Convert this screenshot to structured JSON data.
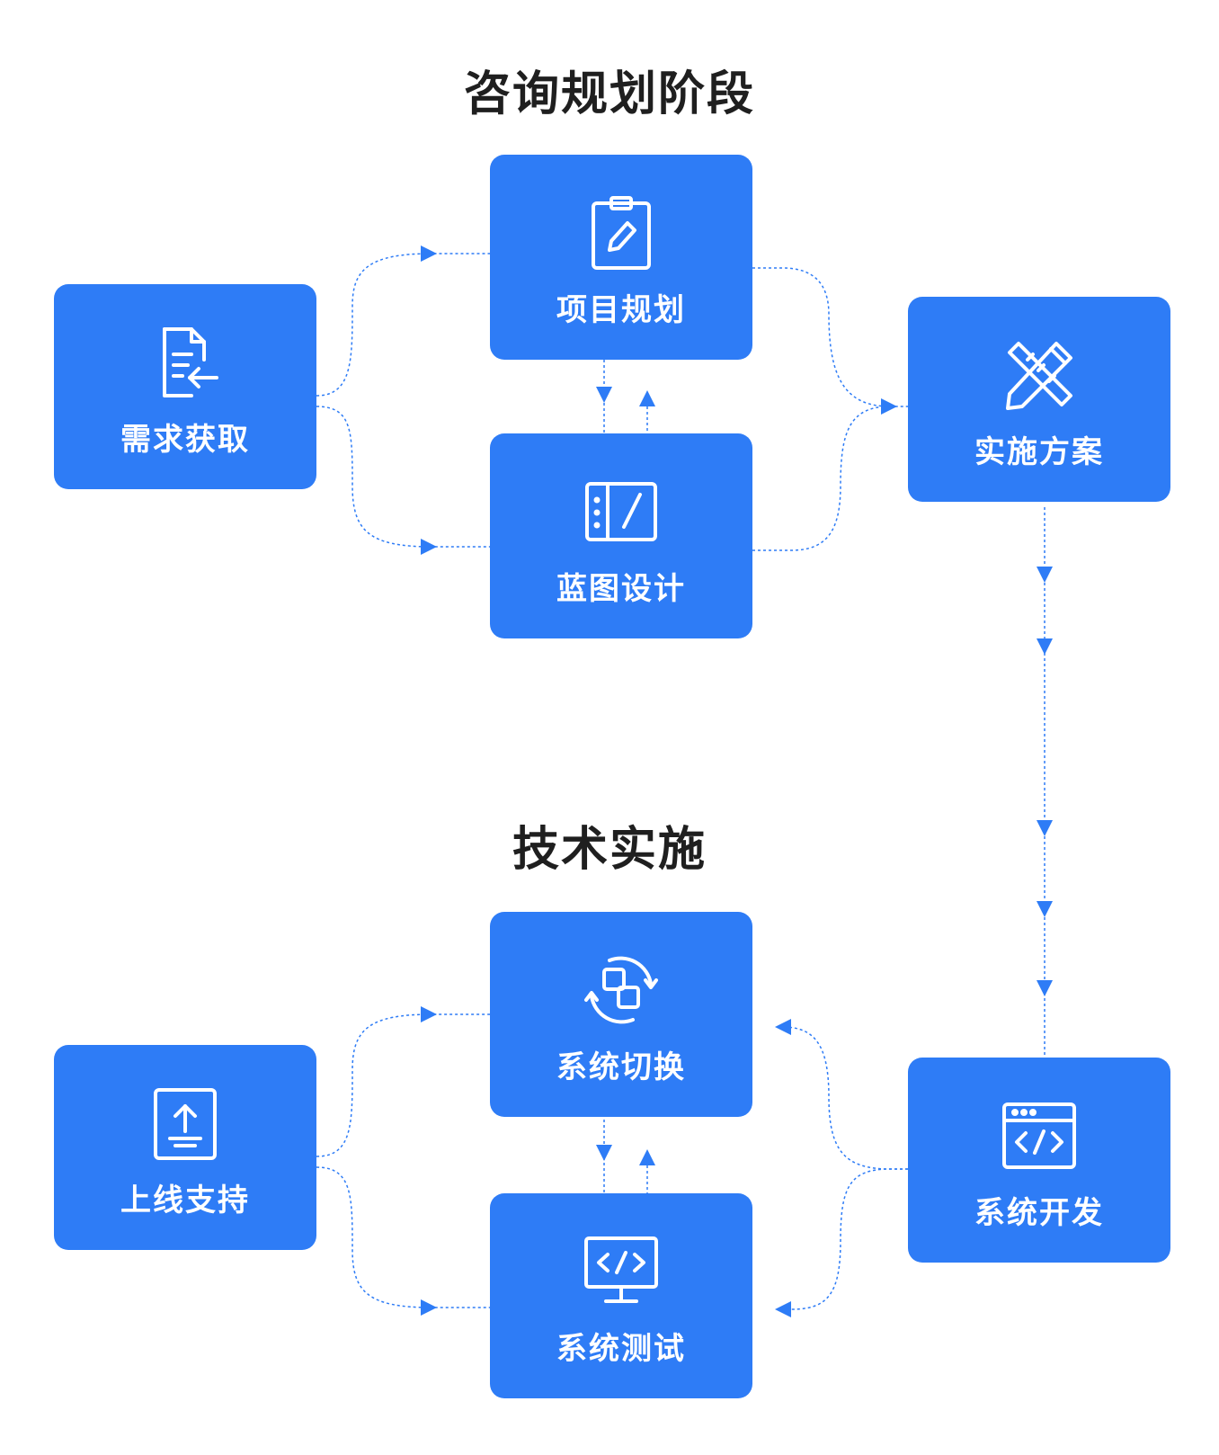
{
  "phases": {
    "consulting": "咨询规划阶段",
    "implementation": "技术实施"
  },
  "nodes": {
    "requirements": {
      "label": "需求获取",
      "icon": "document-import-icon"
    },
    "project_planning": {
      "label": "项目规划",
      "icon": "clipboard-edit-icon"
    },
    "blueprint_design": {
      "label": "蓝图设计",
      "icon": "layout-design-icon"
    },
    "implementation_plan": {
      "label": "实施方案",
      "icon": "ruler-pencil-icon"
    },
    "system_switch": {
      "label": "系统切换",
      "icon": "switch-rotate-icon"
    },
    "system_test": {
      "label": "系统测试",
      "icon": "monitor-code-icon"
    },
    "go_live_support": {
      "label": "上线支持",
      "icon": "upload-icon"
    },
    "system_development": {
      "label": "系统开发",
      "icon": "browser-code-icon"
    }
  },
  "colors": {
    "node_fill": "#2e7cf6",
    "connector": "#2e7cf6",
    "title_text": "#1f1f1f",
    "label_text": "#ffffff"
  }
}
